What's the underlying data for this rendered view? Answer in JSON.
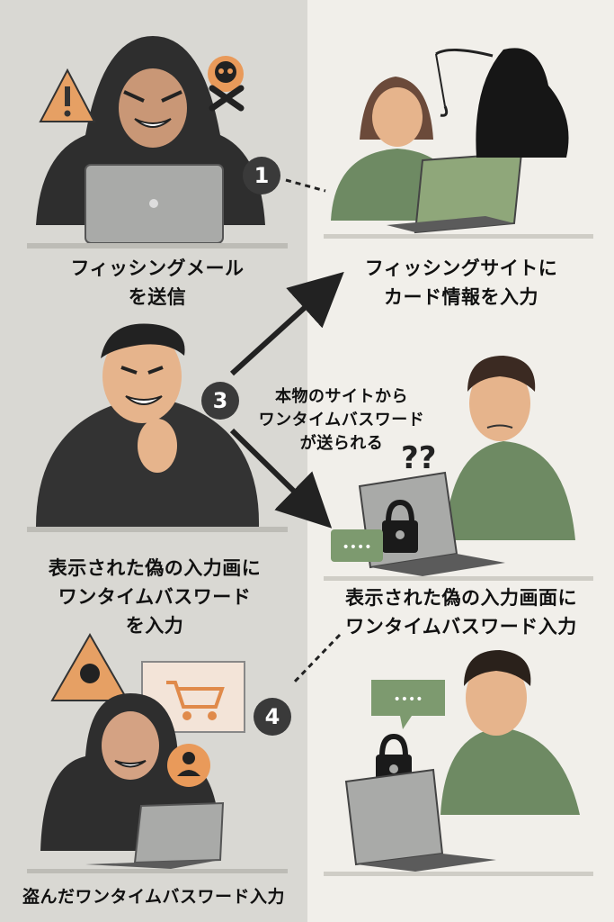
{
  "panels": {
    "left_bg": "#d9d8d3",
    "right_bg": "#f1efea"
  },
  "steps": {
    "one": "1",
    "three": "3",
    "four": "4"
  },
  "captions": {
    "phishing_mail": [
      "フィッシングメール",
      "を送信"
    ],
    "phishing_site": [
      "フィッシングサイトに",
      "カード情報を入力"
    ],
    "otp_sent": [
      "本物のサイトから",
      "ワンタイムバスワード",
      "が送られる"
    ],
    "attacker_enter": [
      "表示された偽の入力画に",
      "ワンタイムバスワード",
      "を入力"
    ],
    "victim_enter": [
      "表示された偽の入力画面に",
      "ワンタイムバスワード入力"
    ],
    "stolen": "盗んだワンタイムバスワード入力"
  },
  "symbols": {
    "question_marks": "??",
    "chat_dots": "••••"
  },
  "colors": {
    "hoodie": "#2e2e2e",
    "skin": "#e6b48c",
    "shirt_green": "#6e8a63",
    "laptop_gray": "#a9aaa8",
    "laptop_green": "#8fa77a",
    "warning": "#e6a064",
    "badge_orange": "#e99a5a",
    "arrow": "#222222"
  }
}
